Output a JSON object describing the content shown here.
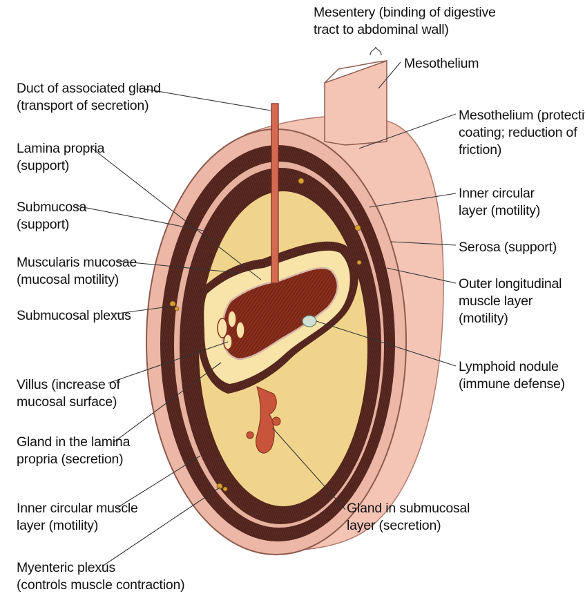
{
  "colors": {
    "serosa": "#f4c4b5",
    "serosa_edge": "#c98a7c",
    "muscle": "#5a2a22",
    "muscle_dark": "#3d1913",
    "submucosa": "#f1d48c",
    "submucosa_light": "#f8e3a8",
    "lumen": "#8a2f1c",
    "lumen_dark": "#5b1a0f",
    "mucosa_edge": "#d9b7a9",
    "gland": "#c8553a",
    "duct": "#d46a52"
  },
  "labels": {
    "mesentery": [
      "Mesentery (binding of digestive",
      "tract to abdominal wall)"
    ],
    "mesothelium_top": [
      "Mesothelium"
    ],
    "duct": [
      "Duct of associated gland",
      "(transport of secretion)"
    ],
    "lamina_propria": [
      "Lamina propria",
      "(support)"
    ],
    "mesothelium_right": [
      "Mesothelium (protective",
      "coating; reduction of",
      "friction)"
    ],
    "submucosa": [
      "Submucosa",
      "(support)"
    ],
    "inner_circular_right": [
      "Inner circular",
      "layer (motility)"
    ],
    "muscularis_mucosae": [
      "Muscularis mucosae",
      "(mucosal motility)"
    ],
    "serosa": [
      "Serosa (support)"
    ],
    "outer_longitudinal": [
      "Outer longitudinal",
      "muscle layer",
      "(motility)"
    ],
    "submucosal_plexus": [
      "Submucosal plexus"
    ],
    "lymphoid_nodule": [
      "Lymphoid nodule",
      "(immune defense)"
    ],
    "villus": [
      "Villus (increase of",
      "mucosal surface)"
    ],
    "gland_lamina": [
      "Gland in the lamina",
      "propria (secretion)"
    ],
    "inner_circular_left": [
      "Inner circular muscle",
      "layer (motility)"
    ],
    "gland_submucosal": [
      "Gland in submucosal",
      "layer (secretion)"
    ],
    "myenteric": [
      "Myenteric plexus",
      "(controls muscle contraction)"
    ]
  }
}
